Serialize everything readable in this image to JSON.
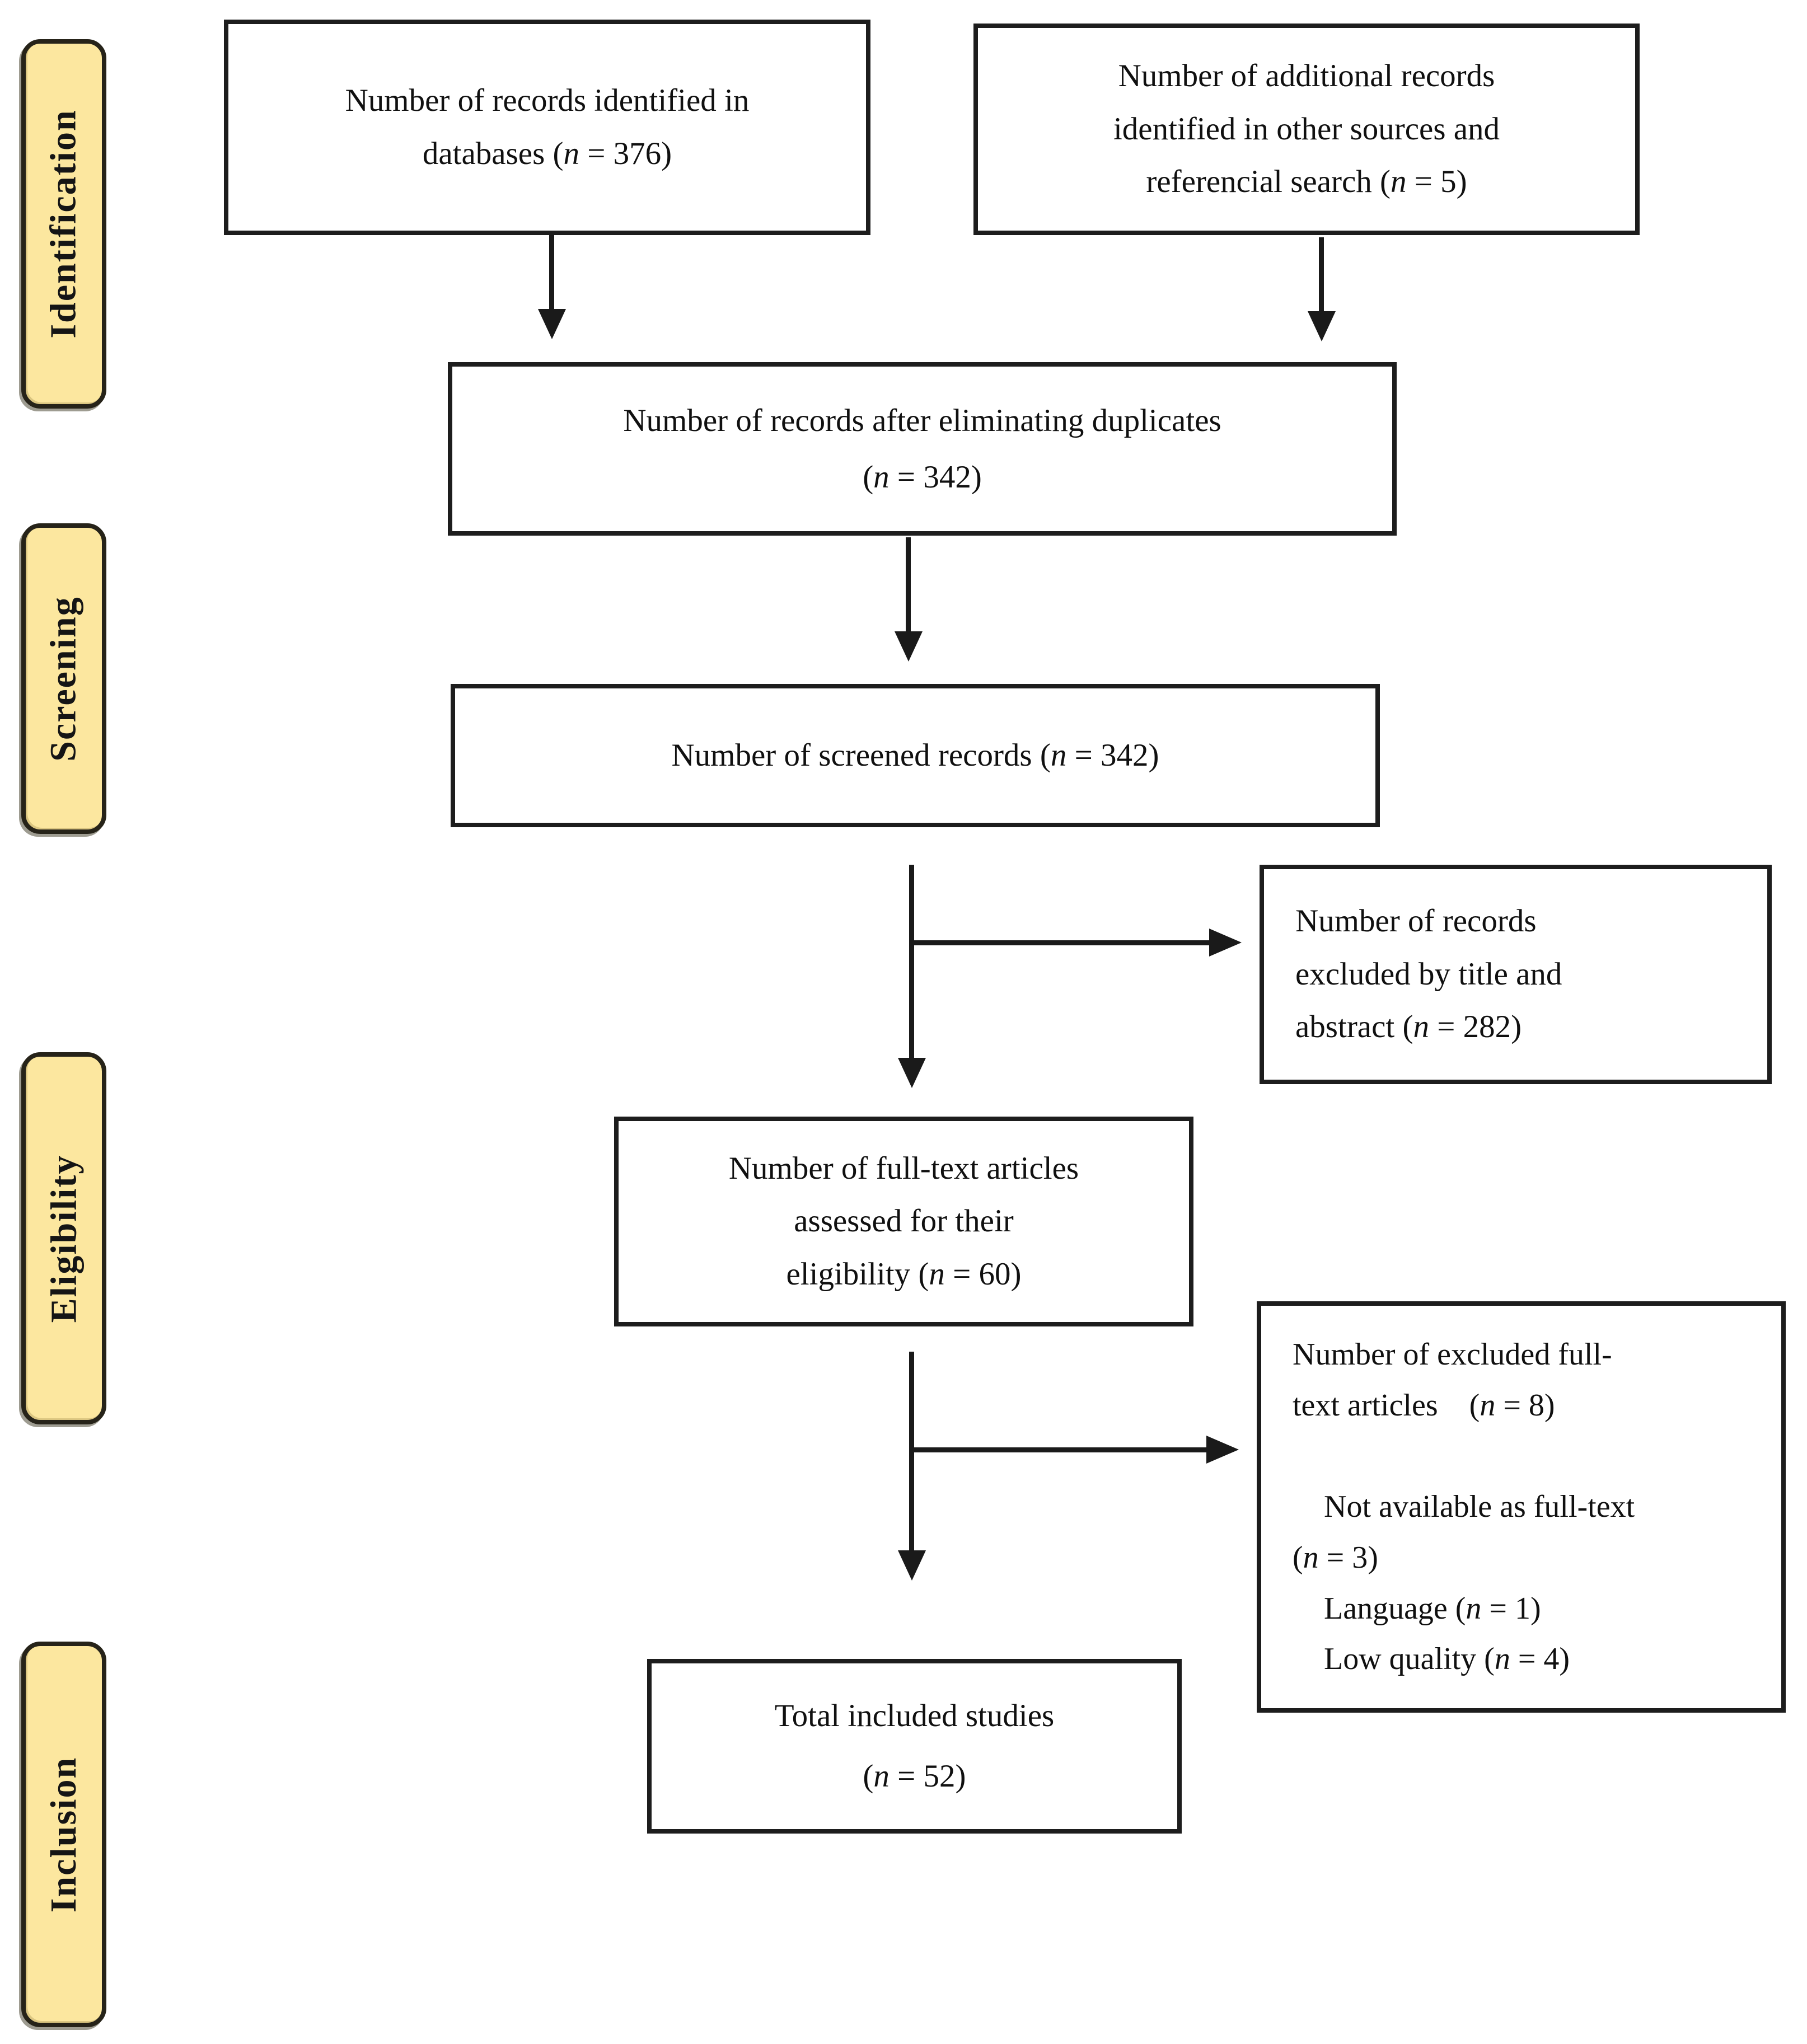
{
  "diagram": {
    "title_semantic": "PRISMA study selection flow diagram",
    "colors": {
      "background": "#ffffff",
      "stage_fill": "#fce79f",
      "stage_border": "#262319",
      "box_border": "#1d1d1d",
      "line": "#1a1a1a",
      "text": "#101010"
    },
    "stages": {
      "identification": "Identification",
      "screening": "Screening",
      "eligibility": "Eligibility",
      "inclusion": "Inclusion"
    },
    "boxes": {
      "identified": "Number of records identified in\ndatabases (n = 376)",
      "additional": "Number of additional records\nidentified in other sources and\nreferencial search (n = 5)",
      "deduplicated": "Number of records after eliminating duplicates\n(n = 342)",
      "screened": "Number of screened records (n = 342)",
      "excluded_title_abstract": "Number of records\nexcluded by title and\nabstract (n = 282)",
      "fulltext_assessed": "Number of full-text articles\nassessed for their\neligibility (n = 60)",
      "fulltext_excluded": "Number of excluded full-\ntext articles    (n = 8)\n\n    Not available as full-text\n(n = 3)\n    Language (n = 1)\n    Low quality (n = 4)",
      "included": "Total included studies\n(n = 52)"
    },
    "counts": {
      "identified": 376,
      "additional": 5,
      "deduplicated": 342,
      "screened": 342,
      "excluded_title_abstract": 282,
      "fulltext_assessed": 60,
      "fulltext_excluded": 8,
      "not_available_fulltext": 3,
      "language": 1,
      "low_quality": 4,
      "included": 52
    }
  }
}
